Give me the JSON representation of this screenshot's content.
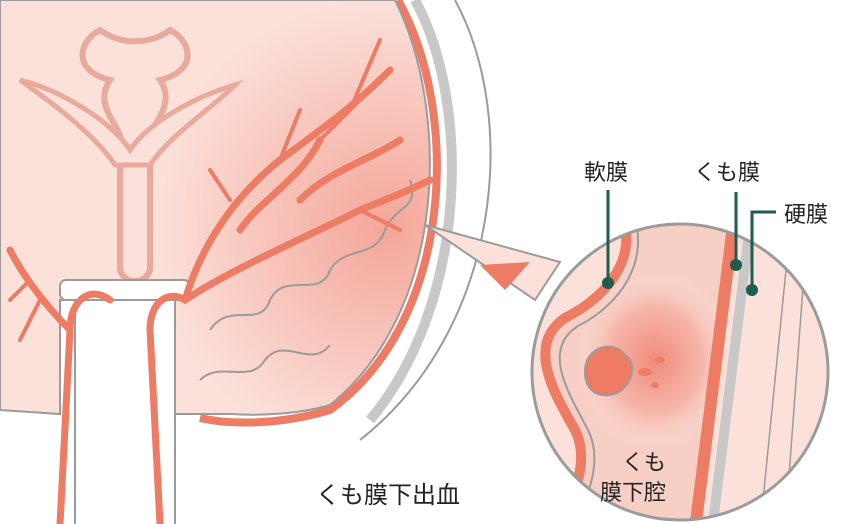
{
  "labels": {
    "pia_mater": "軟膜",
    "arachnoid": "くも膜",
    "dura_mater": "硬膜",
    "subarachnoid_space_line1": "くも",
    "subarachnoid_space_line2": "膜下腔",
    "caption": "くも膜下出血"
  },
  "colors": {
    "tissue": "#fbe1da",
    "tissue_deep": "#f7c9bd",
    "vessel": "#ee7b63",
    "outline": "#9b9b9b",
    "dura": "#c8c8c8",
    "leader": "#1f5b4e",
    "text": "#222222"
  }
}
